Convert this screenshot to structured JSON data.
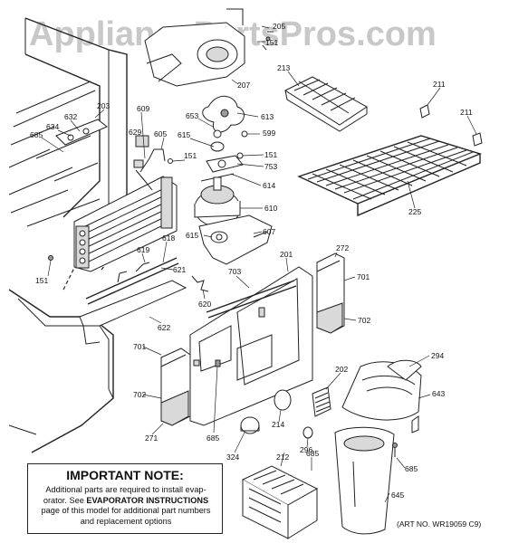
{
  "watermark": "AppliancePartsPros.com",
  "callouts": [
    {
      "id": "c205",
      "text": "205"
    },
    {
      "id": "c151a",
      "text": "151"
    },
    {
      "id": "c207",
      "text": "207"
    },
    {
      "id": "c213",
      "text": "213"
    },
    {
      "id": "c211a",
      "text": "211"
    },
    {
      "id": "c211b",
      "text": "211"
    },
    {
      "id": "c203",
      "text": "203"
    },
    {
      "id": "c632",
      "text": "632"
    },
    {
      "id": "c634",
      "text": "634"
    },
    {
      "id": "c685a",
      "text": "685"
    },
    {
      "id": "c609",
      "text": "609"
    },
    {
      "id": "c653",
      "text": "653"
    },
    {
      "id": "c613",
      "text": "613"
    },
    {
      "id": "c599",
      "text": "599"
    },
    {
      "id": "c629",
      "text": "629"
    },
    {
      "id": "c605",
      "text": "605"
    },
    {
      "id": "c615a",
      "text": "615"
    },
    {
      "id": "c151b",
      "text": "151"
    },
    {
      "id": "c151c",
      "text": "151"
    },
    {
      "id": "c753",
      "text": "753"
    },
    {
      "id": "c614",
      "text": "614"
    },
    {
      "id": "c610",
      "text": "610"
    },
    {
      "id": "c225",
      "text": "225"
    },
    {
      "id": "c615b",
      "text": "615"
    },
    {
      "id": "c607",
      "text": "607"
    },
    {
      "id": "c618",
      "text": "618"
    },
    {
      "id": "c619",
      "text": "619"
    },
    {
      "id": "c151d",
      "text": "151"
    },
    {
      "id": "c621",
      "text": "621"
    },
    {
      "id": "c201",
      "text": "201"
    },
    {
      "id": "c272",
      "text": "272"
    },
    {
      "id": "c703",
      "text": "703"
    },
    {
      "id": "c701a",
      "text": "701"
    },
    {
      "id": "c620",
      "text": "620"
    },
    {
      "id": "c622",
      "text": "622"
    },
    {
      "id": "c702a",
      "text": "702"
    },
    {
      "id": "c294",
      "text": "294"
    },
    {
      "id": "c701b",
      "text": "701"
    },
    {
      "id": "c202",
      "text": "202"
    },
    {
      "id": "c643",
      "text": "643"
    },
    {
      "id": "c702b",
      "text": "702"
    },
    {
      "id": "c271",
      "text": "271"
    },
    {
      "id": "c685b",
      "text": "685"
    },
    {
      "id": "c214",
      "text": "214"
    },
    {
      "id": "c324",
      "text": "324"
    },
    {
      "id": "c212",
      "text": "212"
    },
    {
      "id": "c296",
      "text": "296"
    },
    {
      "id": "c685c",
      "text": "685"
    },
    {
      "id": "c685d",
      "text": "685"
    },
    {
      "id": "c645",
      "text": "645"
    }
  ],
  "note": {
    "title": "IMPORTANT NOTE:",
    "line1": "Additional parts are required to install evap-",
    "line2_pre": "orator.  See ",
    "line2_bold": "EVAPORATOR INSTRUCTIONS",
    "line3": "page of this model for additional part numbers",
    "line4": "and replacement options"
  },
  "art_no": "(ART NO. WR19059 C9)"
}
